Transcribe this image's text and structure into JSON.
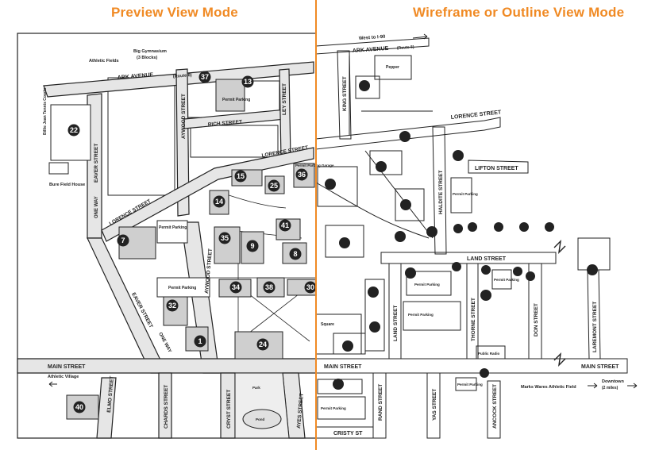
{
  "headers": {
    "preview": "Preview View Mode",
    "wireframe": "Wireframe or Outline View Mode"
  },
  "colors": {
    "accent": "#f08a24",
    "road_fill": "#e6e6e6",
    "building_fill": "#cfcfcf",
    "marker_fill": "#222222",
    "ink": "#222222"
  },
  "streets": {
    "ark_avenue_left": "ARK AVENUE",
    "ark_avenue_left_note": "(Route 8)",
    "ark_avenue_right": "ARK AVENUE",
    "ark_avenue_right_note": "(Route 8)",
    "west_to_i90": "West to I-90",
    "rich_street": "RICH STREET",
    "lorence_street_top": "LORENCE STREET",
    "lorence_street_left": "LORENCE STREET",
    "lorence_street_right": "LORENCE STREET",
    "lifton_street": "LIFTON STREET",
    "land_street": "LAND STREET",
    "main_street_left": "MAIN STREET",
    "main_street_mid": "MAIN STREET",
    "main_street_right": "MAIN STREET",
    "eaver_street_top": "EAVER STREET",
    "eaver_street_bottom": "EAVER STREET",
    "one_way_left": "ONE WAY",
    "one_way_bottom": "ONE WAY",
    "aywood_street_top": "AYWOOD STREET",
    "aywood_street_mid": "AYWOOD STREET",
    "ley_street": "LEY STREET",
    "king_street": "KING STREET",
    "haldite_street": "HALDITE STREET",
    "thorne_street": "THORNE STREET",
    "don_street": "DON STREET",
    "laremont_street": "LAREMONT STREET",
    "land_street_vert": "LAND STREET",
    "elmo_street": "ELMO STREET",
    "chards_street": "CHARDS STREET",
    "cryst_street": "CRYST STREET",
    "ayes_street": "AYES STREET",
    "rand_street": "RAND STREET",
    "yas_street": "YAS STREET",
    "ancock_street": "ANCOCK STREET",
    "cristy_st": "CRISTY ST"
  },
  "places": {
    "athletic_fields": "Athletic Fields",
    "big_gymnasium": "Big Gymnasium",
    "big_gymnasium_note": "(3 Blocks)",
    "tennis_courts": "Billie Jean Tennis Courts",
    "bure_field_house": "Bure Field House",
    "athletic_village": "Athletic Village",
    "permit_parking_37": "Permit Parking",
    "permit_parking_garage": "Permit Parking Garage",
    "permit_parking_7": "Permit Parking",
    "permit_parking_main": "Permit Parking",
    "pepper": "Pepper",
    "permit_parking_lifton": "Permit Parking",
    "permit_parking_land_a": "Permit Parking",
    "permit_parking_land_b": "Permit Parking",
    "permit_parking_thorne": "Permit Parking",
    "permit_parking_lower": "Permit Parking",
    "permit_parking_ancock": "Permit Parking",
    "public_radio": "Public Radio",
    "marks_wares_field": "Marks Wares Athletic Field",
    "downtown": "Downtown",
    "downtown_note": "(2 miles)",
    "park": "Park",
    "pond": "Pond",
    "square": "Square"
  },
  "markers": [
    {
      "id": "37"
    },
    {
      "id": "13"
    },
    {
      "id": "22"
    },
    {
      "id": "15"
    },
    {
      "id": "25"
    },
    {
      "id": "36"
    },
    {
      "id": "14"
    },
    {
      "id": "41"
    },
    {
      "id": "35"
    },
    {
      "id": "9"
    },
    {
      "id": "8"
    },
    {
      "id": "7"
    },
    {
      "id": "34"
    },
    {
      "id": "38"
    },
    {
      "id": "30"
    },
    {
      "id": "32"
    },
    {
      "id": "1"
    },
    {
      "id": "24"
    },
    {
      "id": "40"
    }
  ]
}
